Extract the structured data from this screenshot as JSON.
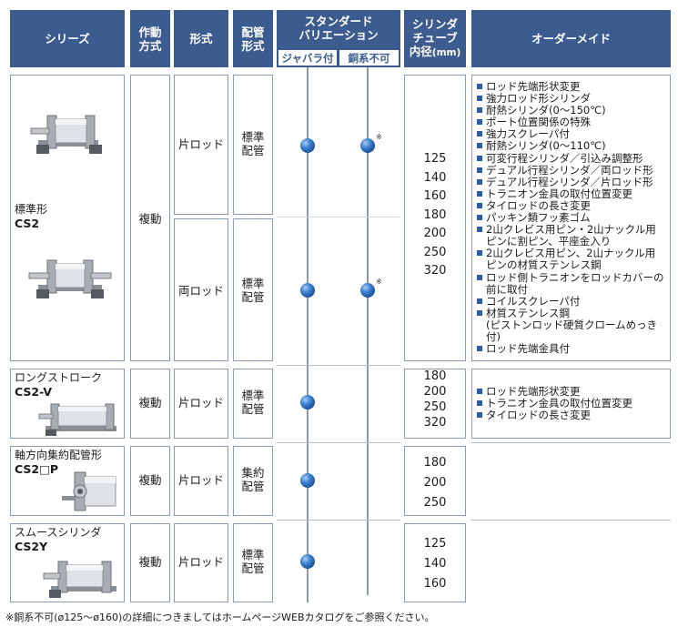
{
  "header": {
    "series": "シリーズ",
    "action_line1": "作動",
    "action_line2": "方式",
    "type": "形式",
    "piping_line1": "配管",
    "piping_line2": "形式",
    "standard_line1": "スタンダード",
    "standard_line2": "バリエーション",
    "bellows": "ジャバラ付",
    "copper_free": "銅系不可",
    "tube_line1": "シリンダ",
    "tube_line2": "チューブ",
    "tube_line3": "内径",
    "tube_unit": "(mm)",
    "made_to_order": "オーダーメイド"
  },
  "rows": [
    {
      "series_name": "標準形",
      "series_code": "CS2",
      "action": "複動",
      "subrows": [
        {
          "type": "片ロッド",
          "piping_1": "標準",
          "piping_2": "配管",
          "note_mark": "※"
        },
        {
          "type": "両ロッド",
          "piping_1": "標準",
          "piping_2": "配管",
          "note_mark": "※"
        }
      ],
      "bores": [
        "125",
        "140",
        "160",
        "180",
        "200",
        "250",
        "320"
      ],
      "made_to_order": [
        {
          "t": "ロッド先端形状変更",
          "cont": false
        },
        {
          "t": "強力ロッド形シリンダ",
          "cont": false
        },
        {
          "t": "耐熱シリンダ(0〜150℃)",
          "cont": false
        },
        {
          "t": "ポート位置関係の特殊",
          "cont": false
        },
        {
          "t": "強力スクレーパ付",
          "cont": false
        },
        {
          "t": "耐熱シリンダ(0〜110℃)",
          "cont": false
        },
        {
          "t": "可変行程シリンダ／引込み調整形",
          "cont": false
        },
        {
          "t": "デュアル行程シリンダ／両ロッド形",
          "cont": false
        },
        {
          "t": "デュアル行程シリンダ／片ロッド形",
          "cont": false
        },
        {
          "t": "トラニオン金具の取付位置変更",
          "cont": false
        },
        {
          "t": "タイロッドの長さ変更",
          "cont": false
        },
        {
          "t": "パッキン類フッ素ゴム",
          "cont": false
        },
        {
          "t": "2山クレビス用ピン・2山ナックル用",
          "cont": false
        },
        {
          "t": "ピンに割ピン、平座金入り",
          "cont": true
        },
        {
          "t": "2山クレビス用ピン、2山ナックル用",
          "cont": false
        },
        {
          "t": "ピンの材質ステンレス鋼",
          "cont": true
        },
        {
          "t": "ロッド側トラニオンをロッドカバーの",
          "cont": false
        },
        {
          "t": "前に取付",
          "cont": true
        },
        {
          "t": "コイルスクレーパ付",
          "cont": false
        },
        {
          "t": "材質ステンレス鋼",
          "cont": false
        },
        {
          "t": "(ピストンロッド硬質クロームめっき付)",
          "cont": true
        },
        {
          "t": "ロッド先端金具付",
          "cont": false
        }
      ]
    },
    {
      "series_name": "ロングストローク",
      "series_code": "CS2-V",
      "action": "複動",
      "type": "片ロッド",
      "piping_1": "標準",
      "piping_2": "配管",
      "bores": [
        "180",
        "200",
        "250",
        "320"
      ],
      "made_to_order": [
        {
          "t": "ロッド先端形状変更",
          "cont": false
        },
        {
          "t": "トラニオン金具の取付位置変更",
          "cont": false
        },
        {
          "t": "タイロッドの長さ変更",
          "cont": false
        }
      ]
    },
    {
      "series_name": "軸方向集約配管形",
      "series_code": "CS2□P",
      "action": "複動",
      "type": "片ロッド",
      "piping_1": "集約",
      "piping_2": "配管",
      "bores": [
        "180",
        "200",
        "250"
      ]
    },
    {
      "series_name": "スムースシリンダ",
      "series_code": "CS2Y",
      "action": "複動",
      "type": "片ロッド",
      "piping_1": "標準",
      "piping_2": "配管",
      "bores": [
        "125",
        "140",
        "160"
      ]
    }
  ],
  "footnote": "※銅系不可(ø125〜ø160)の詳細につきましてはホームページWEBカタログをご参照ください。",
  "colors": {
    "header_bg": "#3c5c8f",
    "border": "#8b9ab3",
    "dot": "#2f6fc0",
    "bullet": "#2b5da3"
  },
  "icons": {
    "cylinder": "pneumatic-cylinder-illustration",
    "dot": "blue-sphere-marker"
  }
}
